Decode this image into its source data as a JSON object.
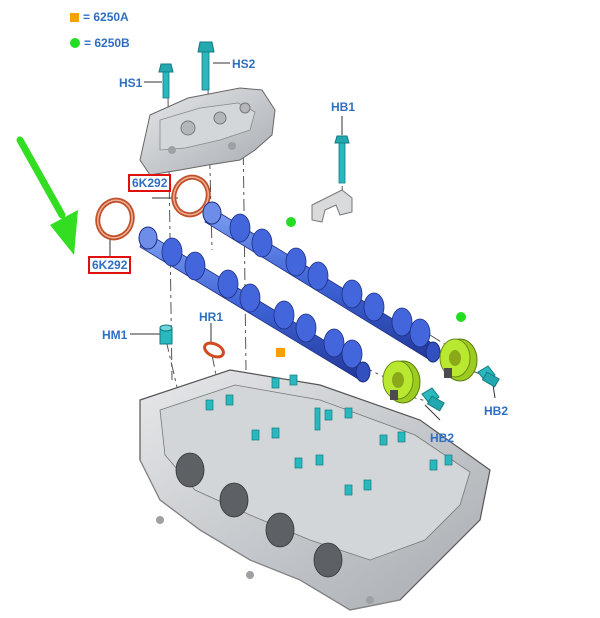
{
  "legend": {
    "item_a": {
      "symbol": "orange-square",
      "color": "#f5a100",
      "text": "= 6250A"
    },
    "item_b": {
      "symbol": "green-dot",
      "color": "#22dd22",
      "text": "= 6250B"
    }
  },
  "callouts": {
    "hs1": "HS1",
    "hs2": "HS2",
    "hb1": "HB1",
    "seal_top": "6K292",
    "seal_left": "6K292",
    "hm1": "HM1",
    "hr1": "HR1",
    "hb2_left": "HB2",
    "hb2_right": "HB2"
  },
  "colors": {
    "callout_text": "#2e6fc4",
    "highlight_box": "#e01010",
    "camshaft": "#3e63d6",
    "phaser": "#b8e830",
    "bolt": "#23a8b0",
    "head_metal": "#c9cccf",
    "seal": "#c0502a",
    "arrow": "#33dd22"
  }
}
